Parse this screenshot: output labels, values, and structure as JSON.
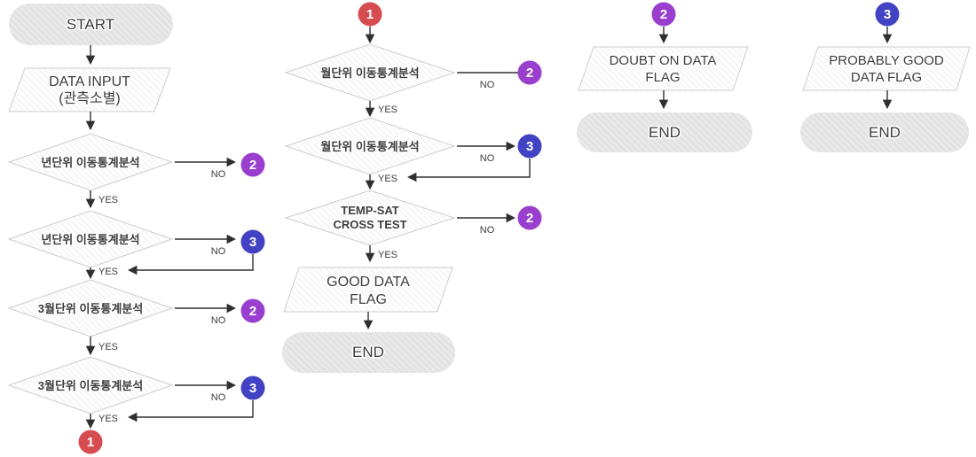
{
  "flowchart": {
    "labels": {
      "start": "START",
      "end": "END",
      "yes": "YES",
      "no": "NO"
    },
    "connectors": {
      "c1": {
        "label": "1",
        "color": "#d94d52"
      },
      "c2": {
        "label": "2",
        "color": "#9b3fd1"
      },
      "c3": {
        "label": "3",
        "color": "#4243c5"
      }
    },
    "col1": {
      "input": {
        "line1": "DATA INPUT",
        "line2": "(관측소별)"
      },
      "decisions": [
        "년단위 이동통계분석",
        "년단위 이동통계분석",
        "3월단위 이동통계분석",
        "3월단위 이동통계분석"
      ]
    },
    "col2": {
      "decisions": [
        "월단위 이동통계분석",
        "월단위 이동통계분석"
      ],
      "cross_test": {
        "line1": "TEMP-SAT",
        "line2": "CROSS TEST"
      },
      "flag": {
        "line1": "GOOD DATA",
        "line2": "FLAG"
      }
    },
    "col3": {
      "flag": {
        "line1": "DOUBT ON DATA",
        "line2": "FLAG"
      }
    },
    "col4": {
      "flag": {
        "line1": "PROBABLY GOOD",
        "line2": "DATA FLAG"
      }
    }
  }
}
